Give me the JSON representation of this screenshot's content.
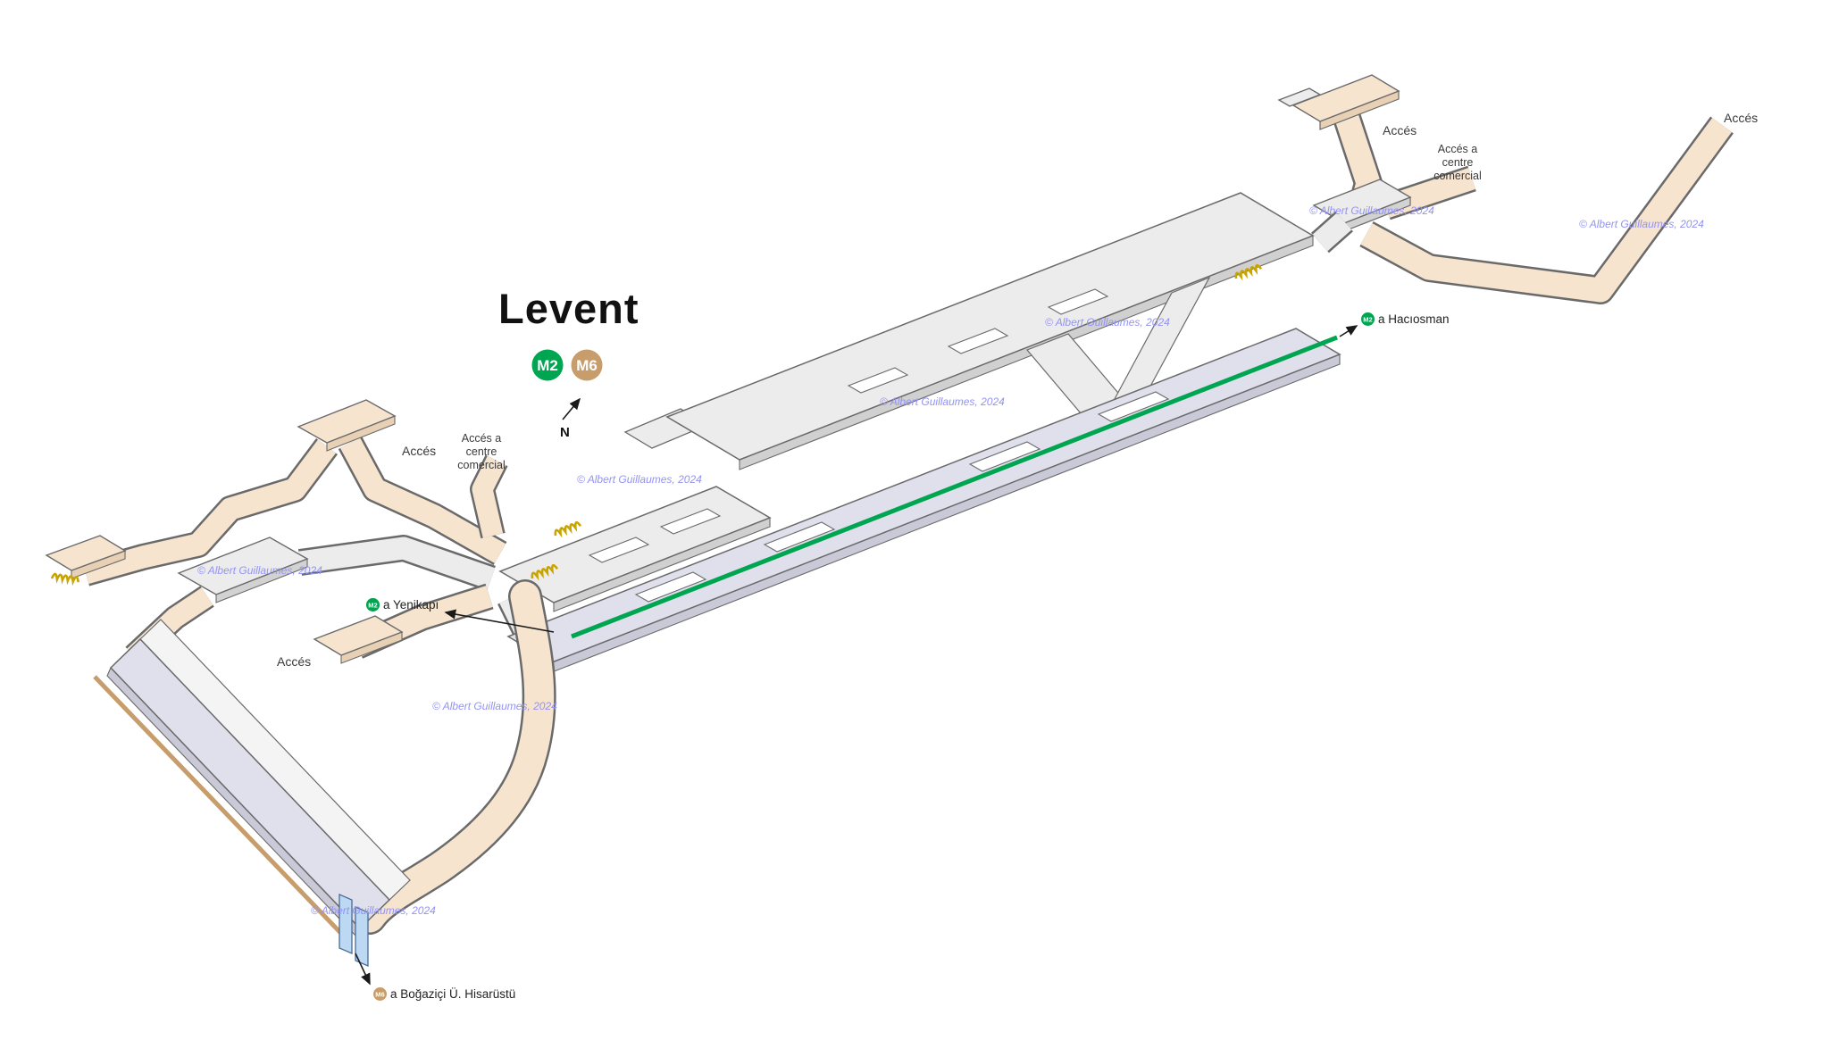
{
  "title": "Levent",
  "station_lines": [
    {
      "id": "M2",
      "color": "#00a551"
    },
    {
      "id": "M6",
      "color": "#c79d6b"
    }
  ],
  "compass": {
    "label": "N"
  },
  "access_labels": [
    {
      "text": "Accés"
    },
    {
      "text": "Accés a centre comercial"
    },
    {
      "text": "Accés"
    },
    {
      "text": "Accés"
    },
    {
      "text": "Accés a centre comercial"
    },
    {
      "text": "Accés"
    }
  ],
  "direction_labels": [
    {
      "line": "M2",
      "text": "a Hacıosman"
    },
    {
      "line": "M2",
      "text": "a Yenikapı"
    },
    {
      "line": "M6",
      "text": "a Boğaziçi Ü. Hisarüstü"
    }
  ],
  "watermark": {
    "text": "© Albert Guillaumes, 2024",
    "color": "#9393f5"
  },
  "map_colors": {
    "floor": "#ececec",
    "platform": "#e0e0ec",
    "corridor": "#f6e4cf",
    "stairs": "#c8a400",
    "elevator": "#bcd8f2",
    "outline": "#6a6a6a",
    "m2_line": "#00a551",
    "m6_line": "#c79d6b"
  }
}
